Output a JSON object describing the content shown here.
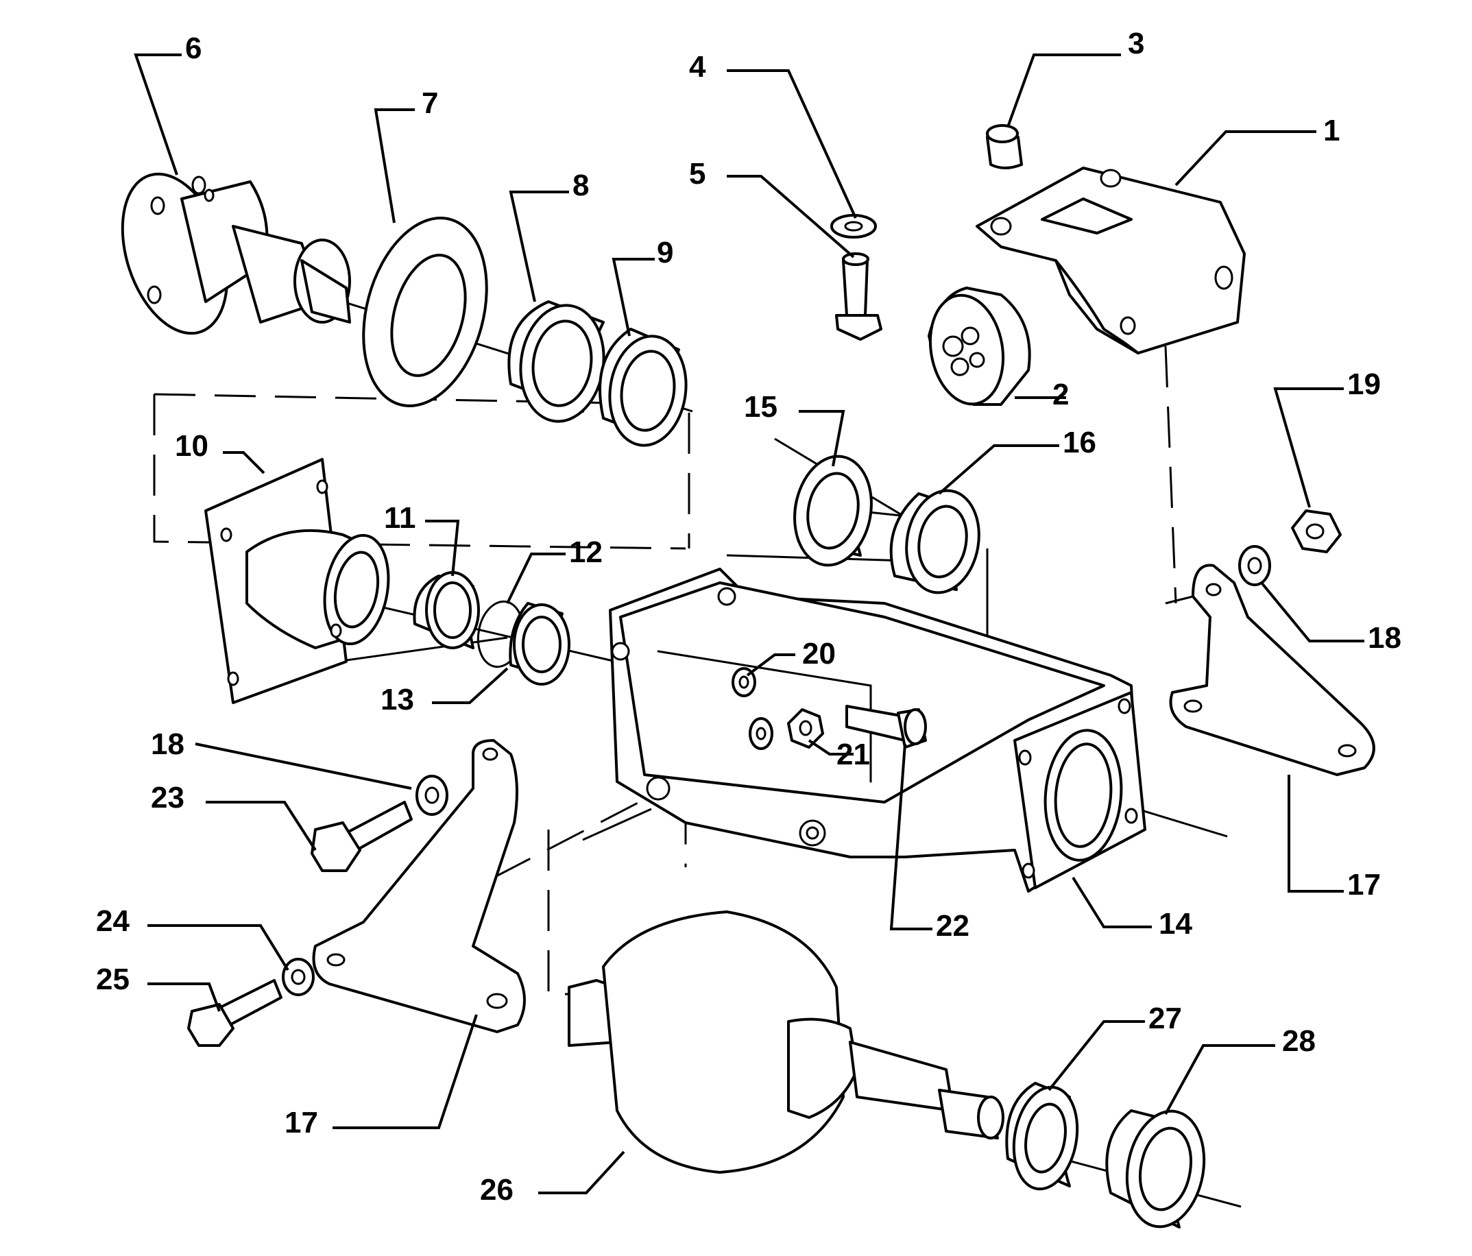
{
  "diagram": {
    "type": "exploded-parts-diagram",
    "callouts": [
      {
        "id": "c1",
        "label": "1"
      },
      {
        "id": "c2",
        "label": "2"
      },
      {
        "id": "c3",
        "label": "3"
      },
      {
        "id": "c4",
        "label": "4"
      },
      {
        "id": "c5",
        "label": "5"
      },
      {
        "id": "c6",
        "label": "6"
      },
      {
        "id": "c7",
        "label": "7"
      },
      {
        "id": "c8",
        "label": "8"
      },
      {
        "id": "c9",
        "label": "9"
      },
      {
        "id": "c10",
        "label": "10"
      },
      {
        "id": "c11",
        "label": "11"
      },
      {
        "id": "c12",
        "label": "12"
      },
      {
        "id": "c13",
        "label": "13"
      },
      {
        "id": "c14",
        "label": "14"
      },
      {
        "id": "c15",
        "label": "15"
      },
      {
        "id": "c16",
        "label": "16"
      },
      {
        "id": "c17a",
        "label": "17"
      },
      {
        "id": "c17b",
        "label": "17"
      },
      {
        "id": "c18a",
        "label": "18"
      },
      {
        "id": "c18b",
        "label": "18"
      },
      {
        "id": "c19",
        "label": "19"
      },
      {
        "id": "c20",
        "label": "20"
      },
      {
        "id": "c21",
        "label": "21"
      },
      {
        "id": "c22",
        "label": "22"
      },
      {
        "id": "c23",
        "label": "23"
      },
      {
        "id": "c24",
        "label": "24"
      },
      {
        "id": "c25",
        "label": "25"
      },
      {
        "id": "c26",
        "label": "26"
      },
      {
        "id": "c27",
        "label": "27"
      },
      {
        "id": "c28",
        "label": "28"
      }
    ]
  }
}
